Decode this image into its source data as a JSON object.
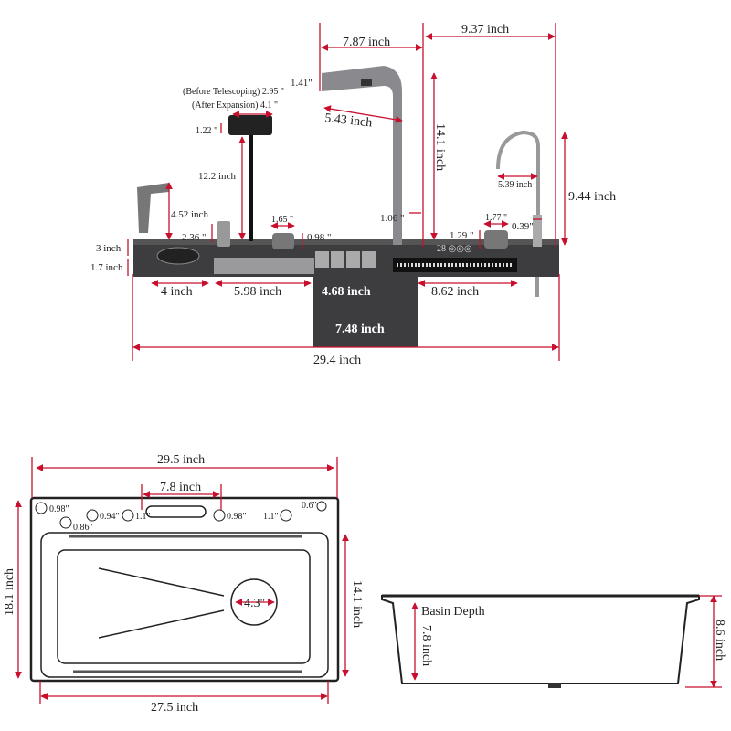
{
  "colors": {
    "dimension_line": "#c8102e",
    "sink_body": "#3d3d40",
    "faucet": "#8a8a8e"
  },
  "front_view": {
    "width_faucet_reach": "7.87 inch",
    "width_faucet_right": "9.37 inch",
    "spout_height": "1.41\"",
    "spout_length": "5.43 inch",
    "faucet_height": "14.1 inch",
    "holder_before": "(Before Telescoping) 2.95 \"",
    "holder_after": "(After Expansion) 4.1 \"",
    "holder_height": "1.22 \"",
    "holder_pole": "12.2 inch",
    "sprayer_height": "4.52 inch",
    "dispenser_height": "2.36 \"",
    "cup_width": "1.65 \"",
    "cup_height": "0.98 \"",
    "faucet_diameter": "1.06 \"",
    "knob_width": "1.77 \"",
    "knob_height": "1.29 \"",
    "tap_diameter": "0.39\"",
    "tap_reach": "5.39 inch",
    "tap_height": "9.44 inch",
    "ledge_height": "3 inch",
    "ledge_depth": "1.7 inch",
    "rinser_width": "4 inch",
    "board_width": "5.98 inch",
    "bin_width": "4.68 inch",
    "drain_width": "8.62 inch",
    "bin_height": "7.48 inch",
    "total_width": "29.4 inch",
    "display_text": "28 ◎◎◎"
  },
  "top_view": {
    "outer_width": "29.5 inch",
    "slot_width": "7.8 inch",
    "holes": [
      "0.98\"",
      "0.86\"",
      "0.94\"",
      "1.1\"",
      "0.98\"",
      "1.1\"",
      "0.6\""
    ],
    "outer_depth": "18.1 inch",
    "inner_depth": "14.1 inch",
    "drain_diameter": "4.3\"",
    "inner_width": "27.5 inch"
  },
  "side_view": {
    "basin_label": "Basin Depth",
    "basin_depth": "7.8 inch",
    "total_depth": "8.6 inch"
  }
}
